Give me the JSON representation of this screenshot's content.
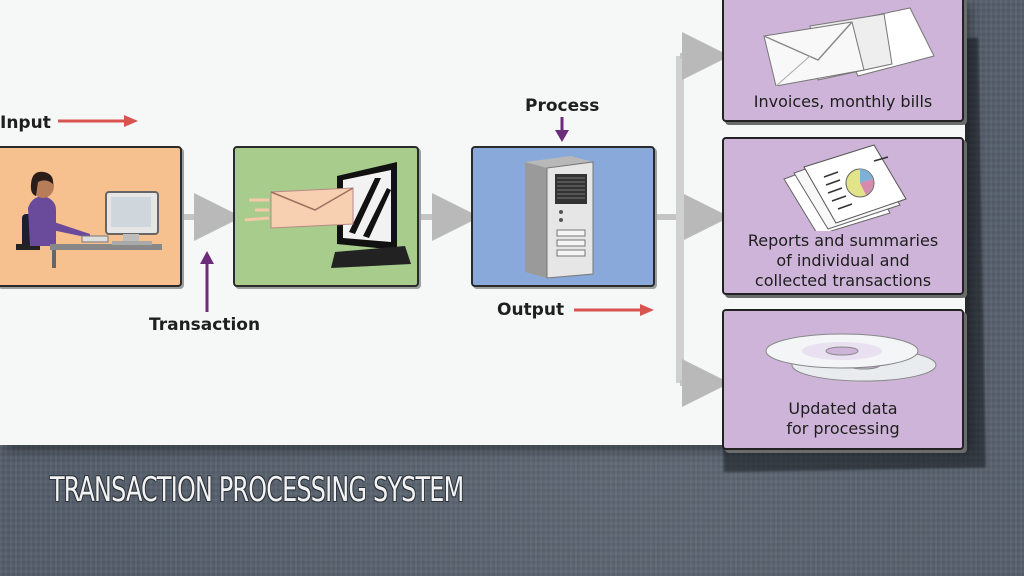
{
  "labels": {
    "input": "Input",
    "transaction": "Transaction",
    "process": "Process",
    "output": "Output"
  },
  "outputs": [
    {
      "text": "Invoices, monthly bills"
    },
    {
      "text": "Reports and summaries\nof individual and\ncollected transactions"
    },
    {
      "text": "Updated data\nfor processing"
    }
  ],
  "title": "TRANSACTION PROCESSING SYSTEM",
  "colors": {
    "input_box": "#f7c08f",
    "capture_box": "#a7cc8c",
    "process_box": "#88a9d9",
    "output_box": "#cdb4d8",
    "red_arrow": "#d9534f",
    "purple_arrow": "#6b2d7a",
    "flow_arrow": "#bdbdbd"
  },
  "icons": [
    "person-at-computer-icon",
    "envelope-into-monitor-icon",
    "server-tower-icon",
    "envelopes-icon",
    "report-pages-icon",
    "disks-icon"
  ]
}
